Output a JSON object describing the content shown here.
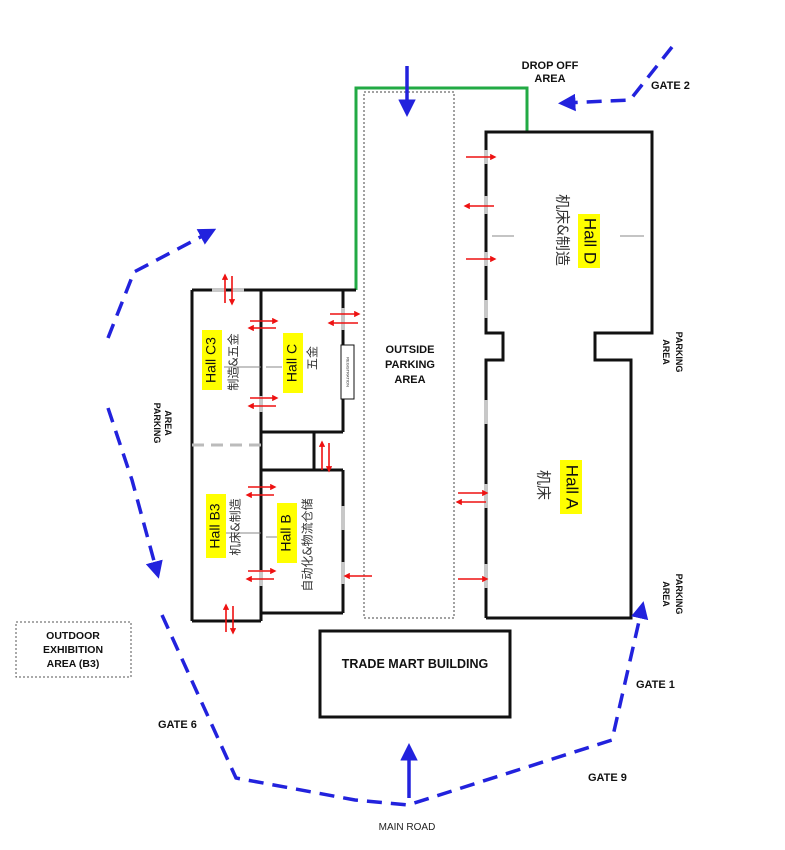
{
  "colors": {
    "wall": "#111111",
    "route": "#2222dd",
    "entry_arrow": "#ee1111",
    "access_path": "#22aa44",
    "hall_highlight": "#ffff00",
    "door_gap": "#c8c8c8"
  },
  "halls": {
    "d": {
      "name": "Hall D",
      "subtitle": "机床&制造"
    },
    "a": {
      "name": "Hall A",
      "subtitle": "机床"
    },
    "c3": {
      "name": "Hall C3",
      "subtitle": "制造&五金"
    },
    "c": {
      "name": "Hall C",
      "subtitle": "五金"
    },
    "b3": {
      "name": "Hall B3",
      "subtitle": "机床&制造"
    },
    "b": {
      "name": "Hall B",
      "subtitle": "自动化&物流仓储"
    }
  },
  "areas": {
    "outside_parking": [
      "OUTSIDE",
      "PARKING",
      "AREA"
    ],
    "drop_off": [
      "DROP OFF",
      "AREA"
    ],
    "trade_mart": "TRADE MART BUILDING",
    "outdoor_exhibition": [
      "OUTDOOR",
      "EXHIBITION",
      "AREA (B3)"
    ],
    "parking_left": [
      "PARKING",
      "AREA"
    ],
    "parking_right_top": [
      "PARKING",
      "AREA"
    ],
    "parking_right_bottom": [
      "PARKING",
      "AREA"
    ],
    "registration": "REGISTRATION"
  },
  "gates": {
    "gate_1": "GATE 1",
    "gate_2": "GATE 2",
    "gate_6": "GATE 6",
    "gate_9": "GATE 9"
  },
  "roads": {
    "main_road": "MAIN ROAD"
  }
}
